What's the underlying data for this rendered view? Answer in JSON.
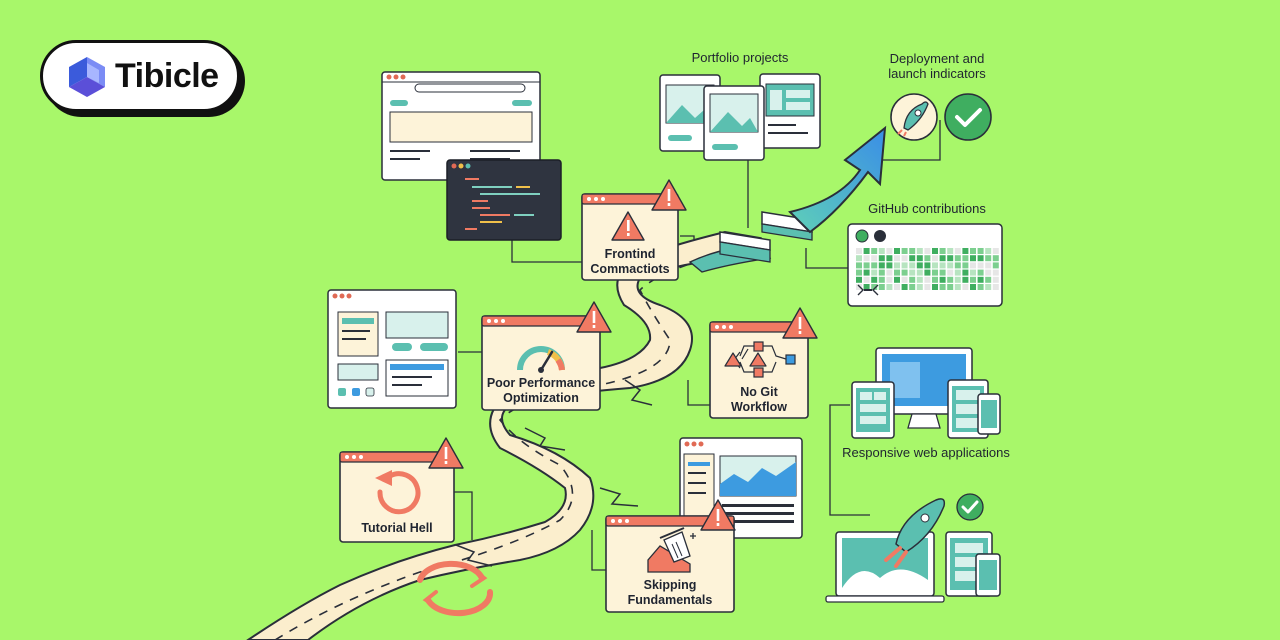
{
  "brand": {
    "name": "Tibicle"
  },
  "labels": {
    "portfolio_projects": "Portfolio projects",
    "deployment_line1": "Deployment and",
    "deployment_line2": "launch indicators",
    "github_contributions": "GitHub contributions",
    "responsive_web_apps": "Responsive web applications"
  },
  "pitfalls": {
    "frontend_line1": "Frontind",
    "frontend_line2": "Commactiots",
    "performance_line1": "Poor Performance",
    "performance_line2": "Optimization",
    "git_line1": "No Git",
    "git_line2": "Workflow",
    "tutorial": "Tutorial Hell",
    "fundamentals_line1": "Skipping",
    "fundamentals_line2": "Fundamentals"
  },
  "colors": {
    "background": "#a8f76a",
    "window_bg": "#fdf3d9",
    "warning": "#f07a63",
    "teal": "#5bbfb0",
    "road": "#fbeecd",
    "arrow_blue": "#3d9be0",
    "github_green": "#3fae60",
    "check_green": "#3fae60"
  },
  "icons": [
    "logo-cube-icon",
    "warning-icon",
    "gauge-icon",
    "git-flow-icon",
    "refresh-icon",
    "trash-icon",
    "rocket-icon",
    "check-icon",
    "github-icon"
  ]
}
